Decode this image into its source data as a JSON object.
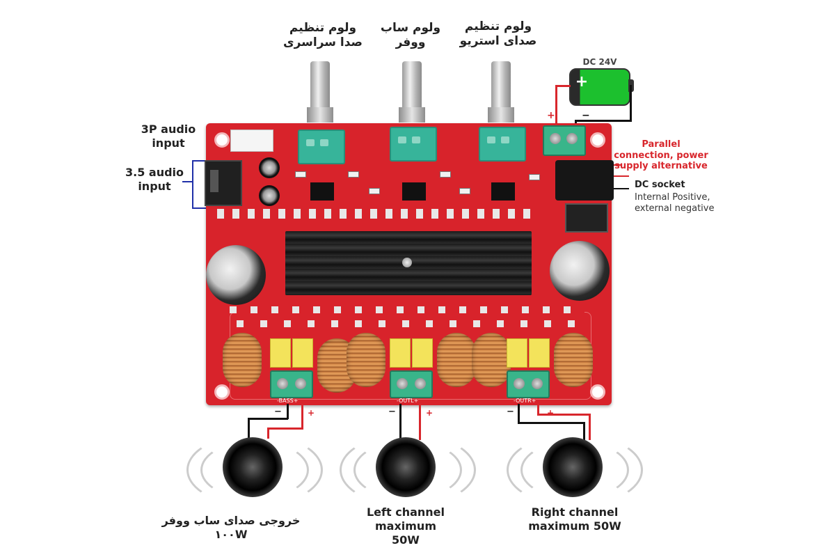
{
  "labels": {
    "master_volume": "ولوم تنظیم صدا سراسری",
    "sub_volume": "ولوم ساب ووفر",
    "stereo_volume": "ولوم تنظیم صدای استریو",
    "aux_3p": "3P audio input",
    "aux_35": "3.5 audio input",
    "dc_battery": "DC 24V",
    "parallel_note": "Parallel connection, power supply alternative",
    "dc_socket_title": "DC socket",
    "dc_socket_desc": "Internal Positive, external negative",
    "sub_output": "خروجی صدای ساب ووفر ۱۰۰W",
    "left_channel": "Left channel maximum 50W",
    "right_channel": "Right channel maximum 50W",
    "terminal_bass": "-BASS+",
    "terminal_outl": "-OUTL+",
    "terminal_outr": "-OUTR+",
    "plus": "+",
    "minus": "−"
  },
  "colors": {
    "board": "#d8232b",
    "label_red": "#d8262c",
    "pointer_blue": "#1f2fa8"
  }
}
